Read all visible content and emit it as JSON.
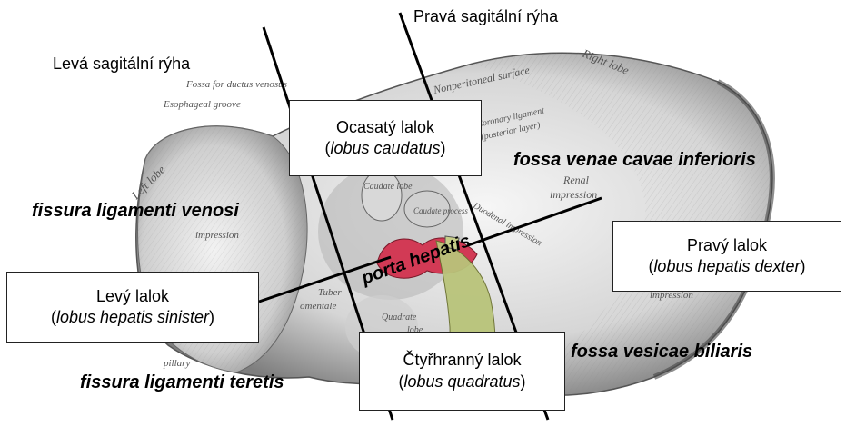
{
  "labels": {
    "right_sagittal": "Pravá sagitální rýha",
    "left_sagittal": "Levá sagitální rýha",
    "fissura_venosi": "fissura ligamenti venosi",
    "fossa_vena_cava": "fossa venae cavae inferioris",
    "porta_hepatis": "porta hepatis",
    "fossa_vesicae": "fossa vesicae biliaris",
    "fissura_teretis": "fissura ligamenti teretis"
  },
  "boxes": {
    "caudate": {
      "name": "Ocasatý lalok",
      "open": "(",
      "latin": "lobus caudatus",
      "close": ")"
    },
    "right_lobe": {
      "name": "Pravý lalok",
      "open": "(",
      "latin": "lobus hepatis dexter",
      "close": ")"
    },
    "left_lobe": {
      "name": "Levý lalok",
      "open": "(",
      "latin": "lobus hepatis sinister",
      "close": ")"
    },
    "quadrate": {
      "name": "Čtyřhranný lalok",
      "open": "(",
      "latin": "lobus quadratus",
      "close": ")"
    }
  },
  "engraving_text": {
    "right_lobe": "Right lobe",
    "left_lobe": "Left lobe",
    "fossa_ductus": "Fossa for ductus venosus",
    "esophageal": "Esophageal groove",
    "nonperitoneal": "Nonperitoneal surface",
    "coronary": "Coronary ligament",
    "posterior_layer": "(posterior layer)",
    "renal": "Renal",
    "impression": "impression",
    "caudate_lobe": "Caudate lobe",
    "caudate_process": "Caudate process",
    "duodenal": "Duodenal impression",
    "gastric": "impression",
    "tuber": "Tuber",
    "omentale": "omentale",
    "quadrate": "Quadrate",
    "lobe": "lobe",
    "pillary": "pillary",
    "colic": "impression"
  },
  "colors": {
    "portal_red": "#d23a55",
    "gallbladder_green": "#b9c47a",
    "line": "#000000",
    "liver_light": "#e8e8e8",
    "liver_shade": "#9a9a9a"
  }
}
